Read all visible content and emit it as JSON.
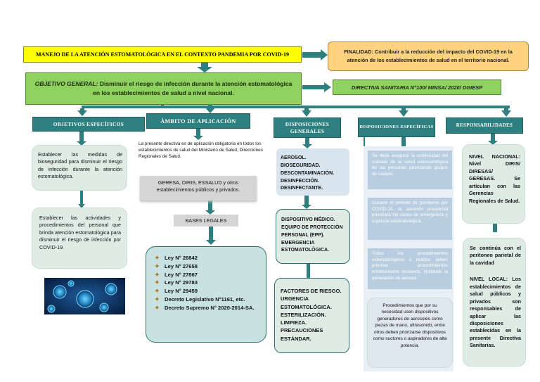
{
  "title": "MANEJO DE LA ATENCIÓN ESTOMATOLÓGICA EN EL CONTEXTO PANDEMIA POR COVID-19",
  "finalidad": {
    "label": "FINALIDAD:",
    "text": "Contribuir a la reducción del impacto del COVID-19 en la atención de los establecimientos de salud en el territorio nacional."
  },
  "objetivo_general": {
    "label": "OBJETIVO GENERAL:",
    "text": "Disminuir el riesgo de infección durante la atención estomatológica en los establecimientos de salud a nivel nacional."
  },
  "directiva": "DIRECTIVA SANITARIA N°100/ MINSA/ 2020/ DGIESP",
  "headers": {
    "objetivos": "OBJETIVOS ESPECÍFICOS",
    "ambito": "ÁMBITO DE APLICACIÓN",
    "disposiciones_generales": "DISPOSICIONES GENERALES",
    "disposiciones_especificas": "DISPOSICIONES ESPECÍFICAS",
    "responsabilidades": "RESPONSABILIDADES"
  },
  "objetivos": [
    "Establecer las medidas de bioseguridad para disminuir el riesgo de infección durante la atención estomatológica.",
    "Establecer las actividades y procedimientos del personal que brinda atención estomatológica para disminuir el riesgo de infección por COVID-19."
  ],
  "ambito": {
    "text": "La presente directiva es de aplicación obligatoria en todos los establecimientos de salud del Ministerio de Salud, Direcciones Regionales de Salud.",
    "gresa": "GERESA, DIRIS, ESSALUD y otros establecimientos públicos y privados.",
    "bases_label": "BASES LEGALES",
    "laws": [
      "Ley N° 26842",
      "Ley N° 27658",
      "Ley N° 27867",
      "Ley N° 29783",
      "Ley N° 29459",
      "Decreto Legislativo N°1161, etc.",
      "Decreto Supremo N° 2020-2014-SA."
    ]
  },
  "disposiciones_generales": {
    "box1": [
      "AEROSOL.",
      "BIOSEGURIDAD.",
      "DESCONTAMINACIÓN.",
      "DESINFECCIÓN.",
      "DESINFECTANTE."
    ],
    "box2": [
      "DISPOSITIVO MÉDICO.",
      "EQUIPO DE PROTECCIÓN PERSONAL (EPP).",
      "EMERGENCIA ESTOMATOLÓGICA."
    ],
    "box3": [
      "FACTORES DE RIESGO.",
      "URGENCIA ESTOMATOLÓGICA.",
      "ESTERILIZACIÓN.",
      "LIMPIEZA.",
      "PRECAUCIONES ESTÁNDAR."
    ]
  },
  "disposiciones_especificas": [
    "Se debe asegurar la continuidad del cuidado de la salud estomatológica de las personas priorizando grupos de riesgos.",
    "Durante el periodo de pandemia por COVID-19, la atención presencial priorizará los casos de emergencia y urgencia estomatológica.",
    "Todos los procedimientos estomatológicos a realizar deben priorizar procedimientos mínimamente invasivos, limitando la generación de aerosol.",
    "Procedimientos que por su necesidad usen dispositivos generadores de aerosoles como piezas de mano, ultrasonido, entre otros deben priorizarse dispositivos como suctores o aspiradores de alta potencia."
  ],
  "responsabilidades": {
    "nacional": "NIVEL NACIONAL: Nivel DIRIS/ DIRESAS/ GERESAS. Se articulan con las Gerencias Regionales de Salud.",
    "continua": "Se continúa con el peritoneo parietal de la cavidad",
    "local": "NIVEL LOCAL: Los establecimientos de salud públicos y privados son responsables de aplicar las disposiciones establecidas en la presente Directiva Sanitarias."
  },
  "colors": {
    "teal": "#2e8080",
    "green": "#8fd15f",
    "yellow": "#ffff00",
    "orange": "#ffd27f",
    "light_blue": "#b8cde0"
  }
}
